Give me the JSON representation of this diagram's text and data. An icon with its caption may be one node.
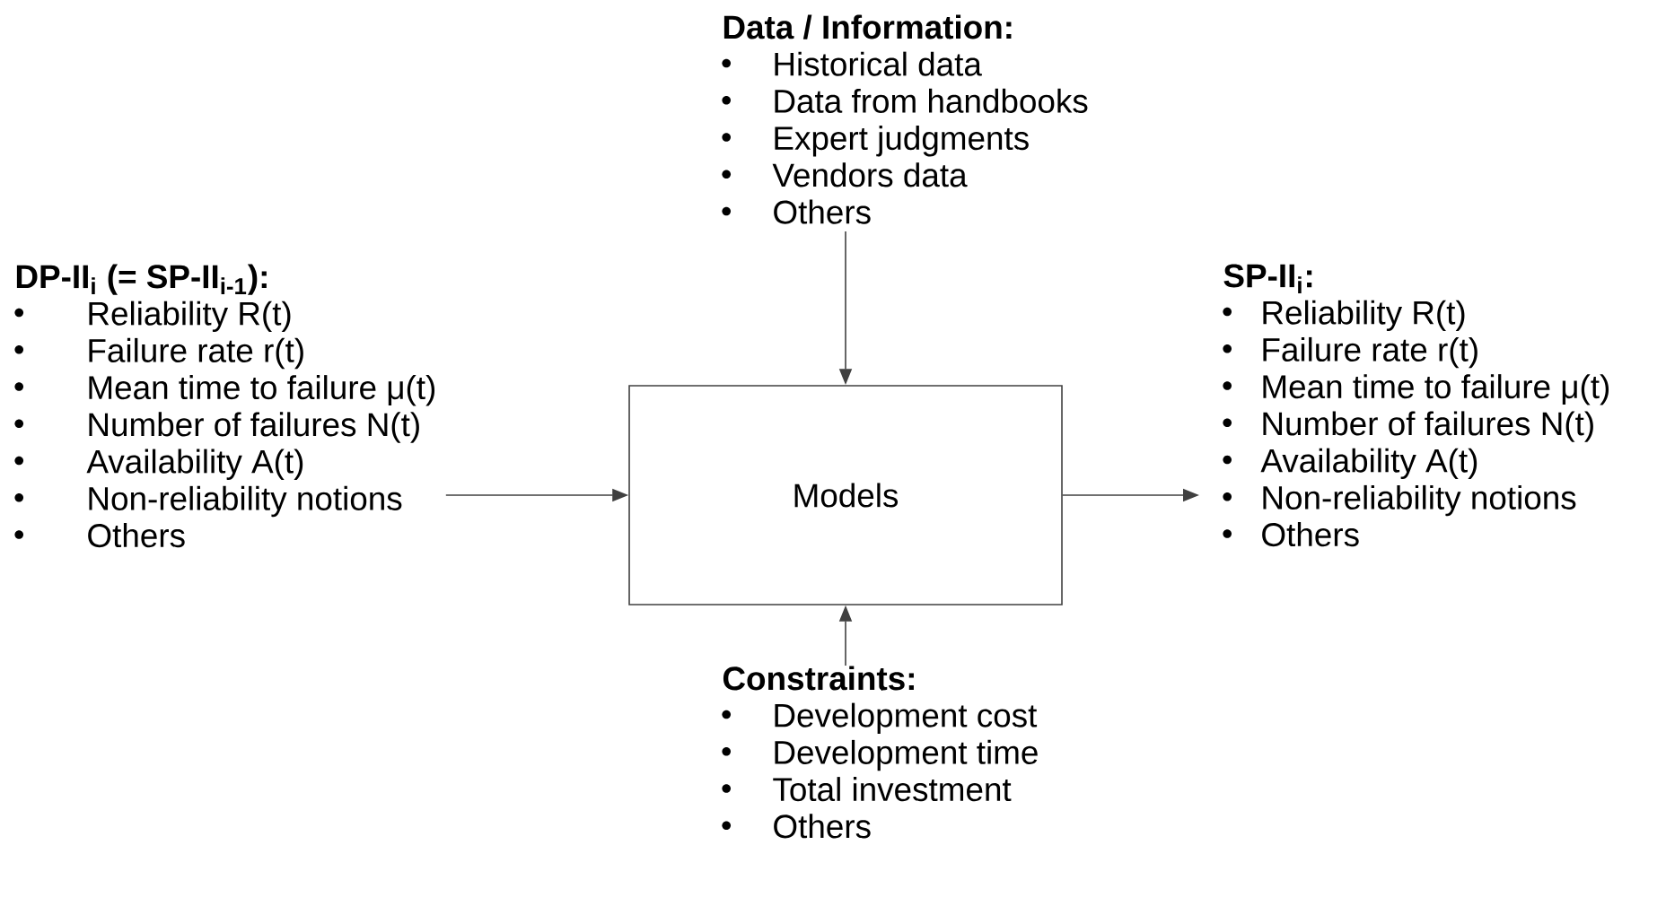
{
  "diagram": {
    "nodes": [
      {
        "text": [
          "Data / Information:",
          "Historical data",
          "Data from handbooks",
          "Expert judgments",
          "Vendors data",
          "Others"
        ]
      },
      {
        "text": [
          "DP-II$_{i}$ (= SP-II$_{i-1}$):",
          "Reliability R(t)",
          "Failure rate r(t)",
          "Mean time to failure μ(t)",
          "Number of failures N(t)",
          "Availability A(t)",
          "Non-reliability notions",
          "Others"
        ]
      },
      {
        "text": [
          "Models"
        ]
      },
      {
        "text": [
          "SP-II$_{i}$:",
          "Reliability R(t)",
          "Failure rate r(t)",
          "Mean time to failure μ(t)",
          "Number of failures N(t)",
          "Availability A(t)",
          "Non-reliability notions",
          "Others"
        ]
      },
      {
        "text": [
          "Constraints:",
          "Development cost",
          "Development time",
          "Total investment",
          "Others"
        ]
      }
    ],
    "edges": [
      {
        "from": 0,
        "to": 2,
        "arrow": "to"
      },
      {
        "from": 1,
        "to": 2,
        "arrow": "to"
      },
      {
        "from": 2,
        "to": 3,
        "arrow": "to"
      },
      {
        "from": 4,
        "to": 2,
        "arrow": "to"
      }
    ]
  }
}
